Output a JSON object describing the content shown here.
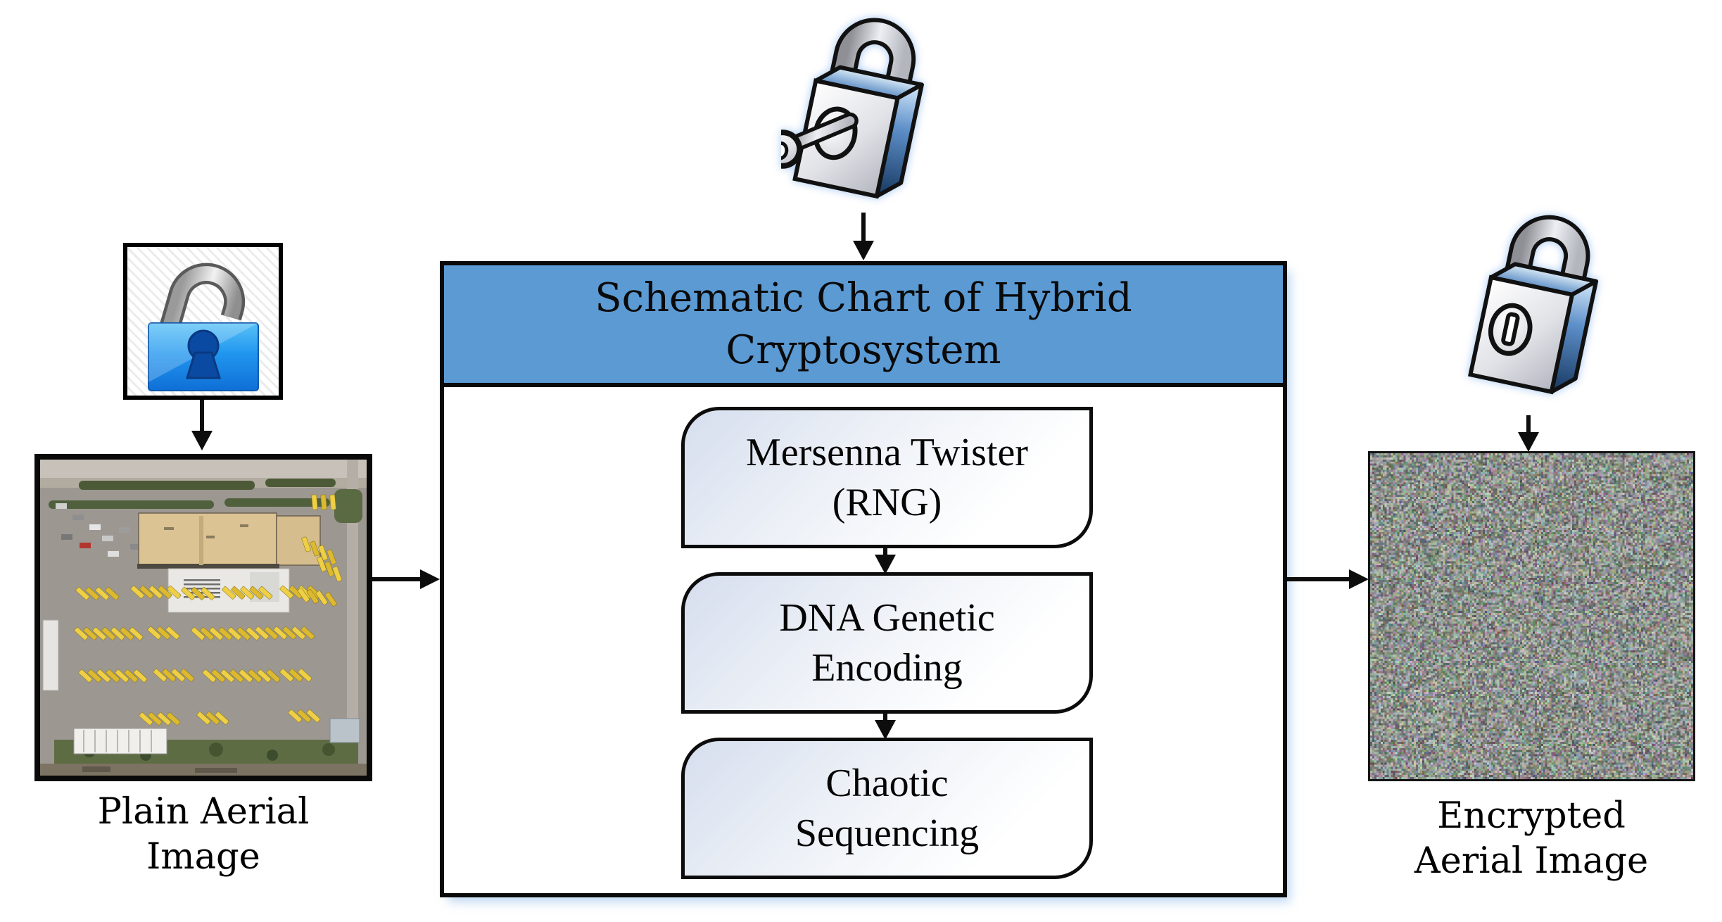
{
  "header": {
    "line1": "Schematic Chart of Hybrid",
    "line2": "Cryptosystem"
  },
  "steps": [
    {
      "line1": "Mersenna Twister",
      "line2": "(RNG)"
    },
    {
      "line1": "DNA Genetic",
      "line2": "Encoding"
    },
    {
      "line1": "Chaotic",
      "line2": "Sequencing"
    }
  ],
  "captions": {
    "input_line1": "Plain Aerial",
    "input_line2": "Image",
    "output_line1": "Encrypted",
    "output_line2": "Aerial Image"
  },
  "icons": {
    "input": "unlocked-padlock-icon",
    "process": "padlock-with-key-icon",
    "output": "locked-padlock-icon"
  },
  "colors": {
    "header_blue": "#5b9ad3",
    "outline_black": "#0a0a0a",
    "step_gradient_start": "#d6deee",
    "lock_body_blue": "#2196ef",
    "glow_blue": "#bcd6f0"
  }
}
